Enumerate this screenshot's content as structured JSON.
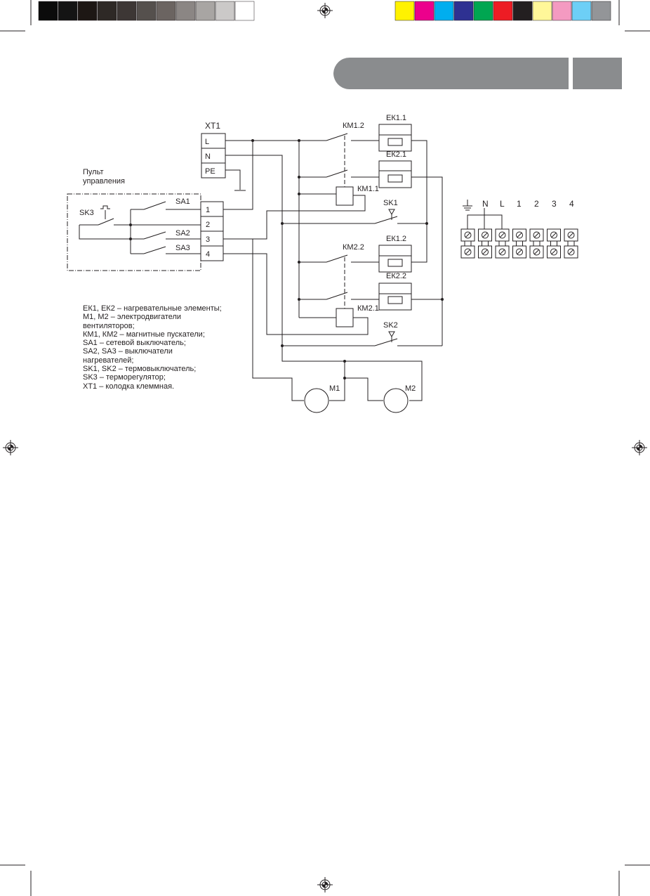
{
  "color_bar": {
    "grays": [
      "#0b0b0b",
      "#141414",
      "#1d1714",
      "#2e2926",
      "#3d3735",
      "#55504d",
      "#6b6461",
      "#8b8684",
      "#a8a5a3",
      "#cbc9c8",
      "#ffffff"
    ],
    "colors": [
      "#fff200",
      "#ec008c",
      "#00aeef",
      "#2e3192",
      "#00a651",
      "#ed1c24",
      "#231f20",
      "#fff799",
      "#f49ac1",
      "#6dcff6",
      "#939598"
    ]
  },
  "header_tab_color": "#8a8c8e",
  "diagram": {
    "xt1_label": "XT1",
    "xt1_terminals": [
      "L",
      "N",
      "PE"
    ],
    "panel_label_line1": "Пульт",
    "panel_label_line2": "управления",
    "panel_terminals": [
      "1",
      "2",
      "3",
      "4"
    ],
    "sk3": "SK3",
    "sa1": "SA1",
    "sa2": "SA2",
    "sa3": "SA3",
    "km1_2": "КМ1.2",
    "km1_1": "КМ1.1",
    "km2_2": "КМ2.2",
    "km2_1": "КМ2.1",
    "ek1_1": "ЕК1.1",
    "ek2_1": "ЕК2.1",
    "ek1_2": "ЕК1.2",
    "ek2_2": "ЕК2.2",
    "sk1": "SK1",
    "sk2": "SK2",
    "m1": "M1",
    "m2": "M2"
  },
  "terminal_block": {
    "labels": [
      "N",
      "L",
      "1",
      "2",
      "3",
      "4"
    ]
  },
  "legend": [
    "ЕК1, ЕК2 – нагревательные элементы;",
    "М1, М2 – электродвигатели",
    "вентиляторов;",
    "КМ1, КМ2 – магнитные пускатели;",
    "SA1 – сетевой выключатель;",
    "SA2, SA3 – выключатели",
    "нагревателей;",
    "SK1, SK2 – термовыключатель;",
    "SK3 – терморегулятор;",
    "ХТ1 – колодка клеммная."
  ]
}
